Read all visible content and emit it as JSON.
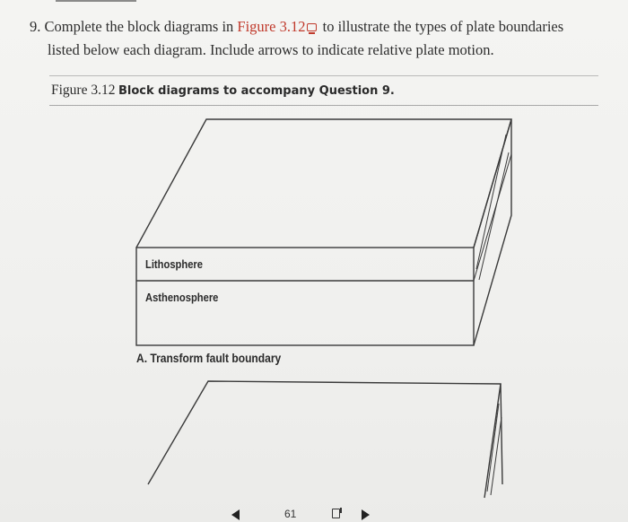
{
  "question": {
    "number": "9.",
    "text_before_link": "Complete the block diagrams in",
    "figure_link": "Figure 3.12",
    "link_icon": "external-link-icon",
    "text_after_link": "to illustrate the types of plate boundaries",
    "line2": "listed below each diagram. Include arrows to indicate relative plate motion."
  },
  "figure": {
    "number": "Figure 3.12",
    "title": "Block diagrams to accompany Question 9."
  },
  "diagram_a": {
    "lithosphere_label": "Lithosphere",
    "asthenosphere_label": "Asthenosphere",
    "caption": "A. Transform fault boundary"
  },
  "footer": {
    "page_number": "61",
    "prev_icon": "left-arrow-icon",
    "next_icon": "right-arrow-icon",
    "bookmark_icon": "bookmark-icon"
  }
}
